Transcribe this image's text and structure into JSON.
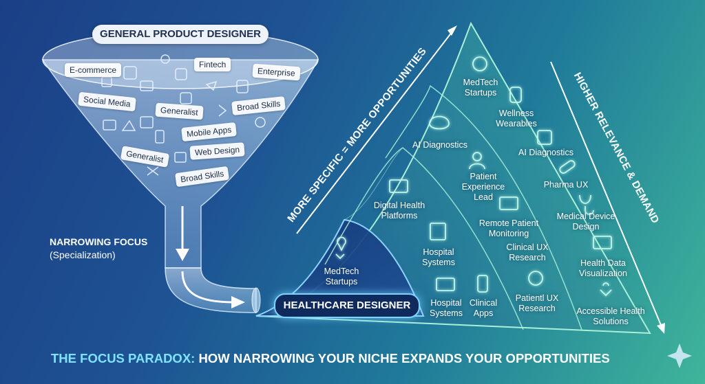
{
  "funnel": {
    "top_label": "GENERAL PRODUCT DESIGNER",
    "tags": [
      "E-commerce",
      "Fintech",
      "Enterprise",
      "Social Media",
      "Generalist",
      "Broad Skills",
      "Mobile Apps",
      "Web Design",
      "Generalist",
      "Broad Skills"
    ],
    "narrowing_title": "NARROWING FOCUS",
    "narrowing_sub": "(Specialization)"
  },
  "healthcare_label": "HEALTHCARE DESIGNER",
  "axis": {
    "left": "MORE SPECIFIC = MORE OPPORTUNITIES",
    "right": "HIGHER RELEVANCE & DEMAND"
  },
  "bands": {
    "inner": [
      {
        "label": "MedTech Startups",
        "icon": "hand-heart-icon"
      }
    ],
    "second": [
      {
        "label": "Digital Health Platforms",
        "icon": "monitor-heart-icon"
      },
      {
        "label": "Hospital Systems",
        "icon": "hospital-icon"
      },
      {
        "label": "Hospital Systems",
        "icon": "hospital-cross-icon"
      },
      {
        "label": "Clinical Apps",
        "icon": "smartphone-icon"
      }
    ],
    "third": [
      {
        "label": "AI Diagnostics",
        "icon": "brain-icon"
      },
      {
        "label": "Patient Experience Lead",
        "icon": "person-icon"
      },
      {
        "label": "Remote Patient Monitoring",
        "icon": "monitor-pulse-icon"
      },
      {
        "label": "Clinical UX Research",
        "icon": ""
      },
      {
        "label": "Patientl UX Research",
        "icon": "head-heart-icon"
      }
    ],
    "outer": [
      {
        "label": "MedTech Startups",
        "icon": "network-icon"
      },
      {
        "label": "Wellness Wearables",
        "icon": "smartwatch-icon"
      },
      {
        "label": "AI Diagnostics",
        "icon": "chip-icon"
      },
      {
        "label": "Pharma UX",
        "icon": "pill-icon"
      },
      {
        "label": "Medical Device Design",
        "icon": "stethoscope-icon"
      },
      {
        "label": "Health Data Visualization",
        "icon": "chart-pulse-icon"
      },
      {
        "label": "Accessible Health Solutions",
        "icon": "hands-heart-icon"
      }
    ]
  },
  "footer": {
    "highlight": "THE FOCUS PARADOX:",
    "rest": " HOW NARROWING YOUR NICHE EXPANDS YOUR OPPORTUNITIES"
  },
  "colors": {
    "bg_start": "#1b3f86",
    "bg_end": "#3fb59a",
    "glow": "#7fd3ff",
    "accent": "#7fe3ff",
    "line": "#a8f0d8"
  }
}
